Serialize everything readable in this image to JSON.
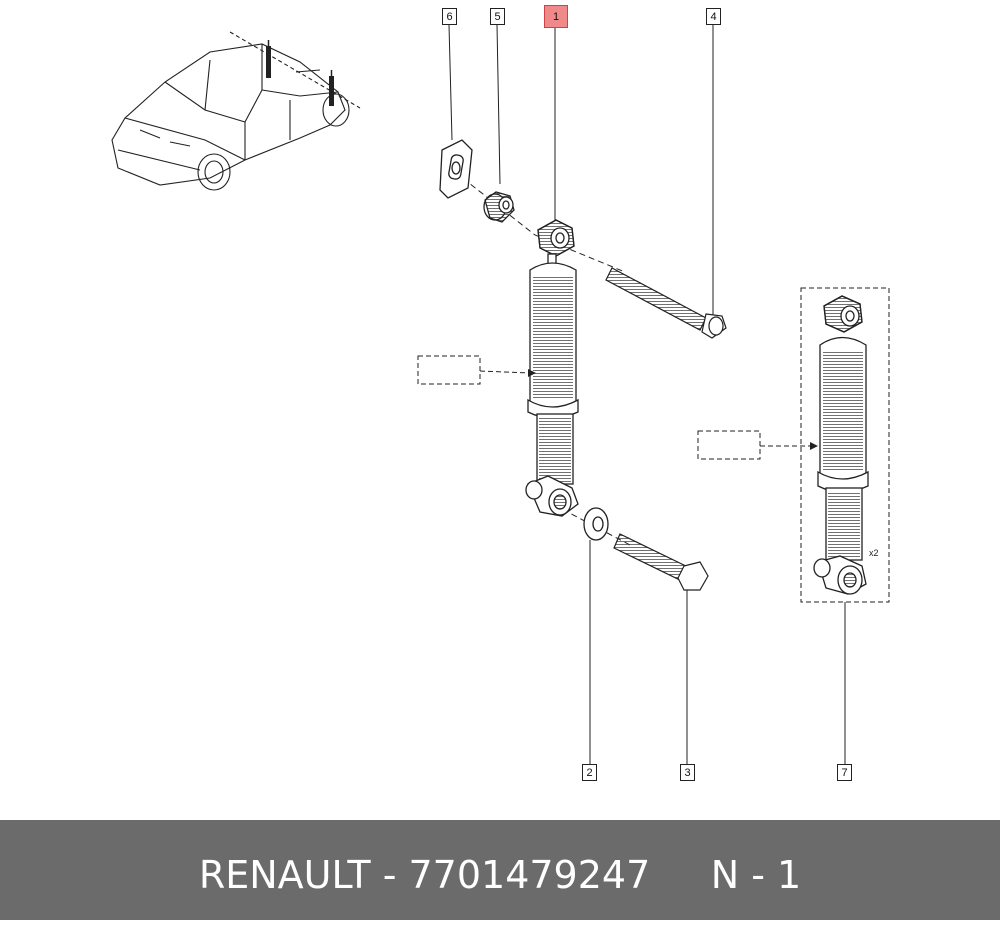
{
  "callouts": {
    "c1": "1",
    "c2": "2",
    "c3": "3",
    "c4": "4",
    "c5": "5",
    "c6": "6",
    "c7": "7"
  },
  "assembly_qty": "x2",
  "footer": {
    "brand": "RENAULT",
    "separator": " - ",
    "part_number": "7701479247",
    "position": "N - 1"
  },
  "colors": {
    "highlight": "#f08a8a",
    "footer_bg": "#6b6b6b",
    "line": "#222222"
  }
}
